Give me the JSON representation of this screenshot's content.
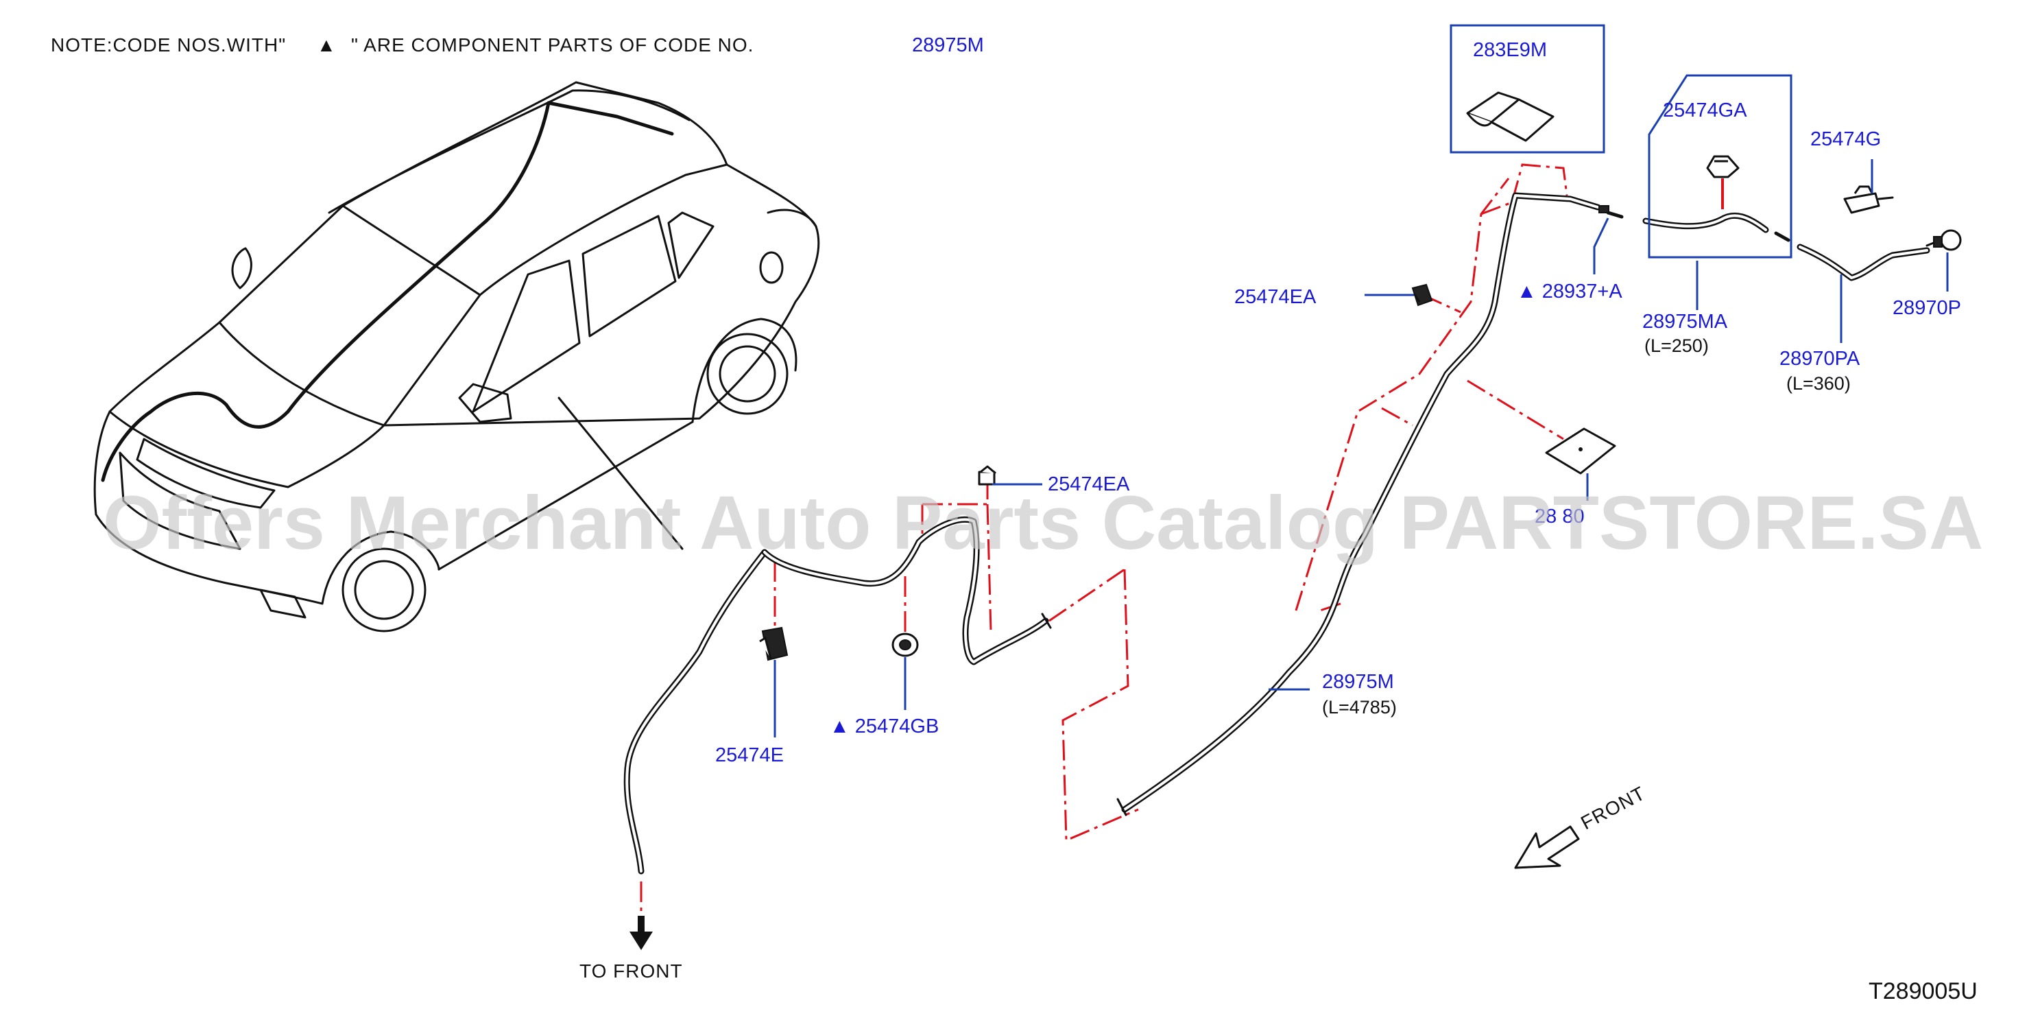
{
  "note": {
    "prefix": "NOTE:CODE NOS.WITH\"",
    "mark": "▲",
    "suffix": "\" ARE COMPONENT PARTS OF CODE NO.",
    "code": "28975M"
  },
  "labels": {
    "p283e9m": "283E9M",
    "p25474ga": "25474GA",
    "p25474g": "25474G",
    "p28937a": "▲ 28937+A",
    "p25474ea_top": "25474EA",
    "p28975ma": "28975MA",
    "p28975ma_len": "(L=250)",
    "p28970p": "28970P",
    "p28970pa": "28970PA",
    "p28970pa_len": "(L=360)",
    "p25474ea_mid": "25474EA",
    "p28980": "28 80",
    "p28975m": "28975M",
    "p28975m_len": "(L=4785)",
    "p25474e": "25474E",
    "p25474gb": "▲ 25474GB"
  },
  "captions": {
    "to_front": "TO FRONT",
    "front": "FRONT",
    "ref_code": "T289005U"
  },
  "watermark": "Offers Merchant Auto Parts Catalog PARTSTORE.SA",
  "colors": {
    "code_text": "#1a1ad6",
    "leader": "#1a3fb0",
    "dash_line": "#e0101a",
    "line_art": "#111111",
    "watermark": "#c8c8c8"
  }
}
